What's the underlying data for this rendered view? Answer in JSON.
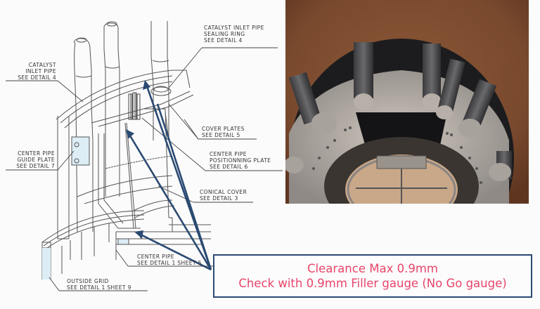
{
  "labels": {
    "catalyst_inlet_pipe": [
      "CATALYST",
      "INLET PIPE",
      "SEE DETAIL 4"
    ],
    "catalyst_inlet_pipe_sealing_ring": [
      "CATALYST INLET PIPE",
      "SEALING RING",
      "SEE DETAIL 4"
    ],
    "center_pipe_guide_plate": [
      "CENTER PIPE",
      "GUIDE PLATE",
      "SEE DETAIL 7"
    ],
    "cover_plates": [
      "COVER PLATES",
      "SEE DETAIL 5"
    ],
    "center_pipe_positionning_plate": [
      "CENTER PIPE",
      "POSITIONNING PLATE",
      "SEE DETAIL 6"
    ],
    "conical_cover": [
      "CONICAL COVER",
      "SEE DETAIL 3"
    ],
    "center_pipe": [
      "CENTER PIPE",
      "SEE DETAIL 1 SHEET 5"
    ],
    "outside_grid": [
      "OUTSIDE GRID",
      "SEE DETAIL 1 SHEET 9"
    ]
  },
  "callout": {
    "line1": "Clearance Max 0.9mm",
    "line2": "Check with 0.9mm Filler gauge (No Go gauge)",
    "text_color": "#e8456a",
    "border_color": "#2b4a72"
  },
  "photo": {
    "description": "Top-down photo of reactor internals: rust-brown vessel wall, ring of vertical catalyst inlet pipes, bolted cover plates, central grid opening"
  },
  "colors": {
    "arrow": "#2b4a72",
    "drawing_line": "#555555",
    "light_fill": "#dcedf5"
  }
}
